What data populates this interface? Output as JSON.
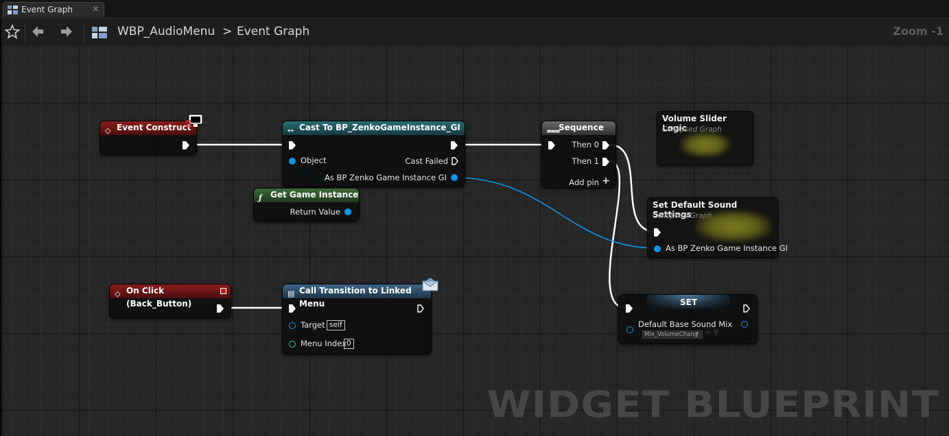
{
  "tab": {
    "label": "Event Graph",
    "close": "×"
  },
  "breadcrumb": {
    "blueprint": "WBP_AudioMenu",
    "separator": ">",
    "graph": "Event Graph"
  },
  "zoom": "Zoom -1",
  "watermark": "WIDGET BLUEPRINT",
  "nodes": {
    "event_construct": {
      "title": "Event Construct"
    },
    "cast": {
      "title": "Cast To BP_ZenkoGameInstance_GI",
      "object": "Object",
      "cast_failed": "Cast Failed",
      "as_output": "As BP Zenko Game Instance GI"
    },
    "get_game_instance": {
      "title": "Get Game Instance",
      "return_value": "Return Value"
    },
    "sequence": {
      "title": "Sequence",
      "then0": "Then 0",
      "then1": "Then 1",
      "add_pin": "Add pin"
    },
    "volume_slider": {
      "title": "Volume Slider Logic",
      "subtitle": "Collapsed Graph"
    },
    "set_default_sound": {
      "title": "Set Default Sound Settings",
      "subtitle": "Collapsed Graph",
      "input": "As BP Zenko Game Instance GI"
    },
    "on_click": {
      "title": "On Click (Back_Button)"
    },
    "call_transition": {
      "title": "Call Transition to Linked Menu",
      "target": "Target",
      "target_value": "self",
      "menu_index": "Menu Index",
      "menu_index_value": "0"
    },
    "set": {
      "title": "SET",
      "var": "Default Base Sound Mix",
      "value": "Mix_VolumeChang"
    }
  },
  "colors": {
    "exec_wire": "#ffffff",
    "object_wire": "#0a96e6",
    "int_pin": "#35d0a0"
  }
}
